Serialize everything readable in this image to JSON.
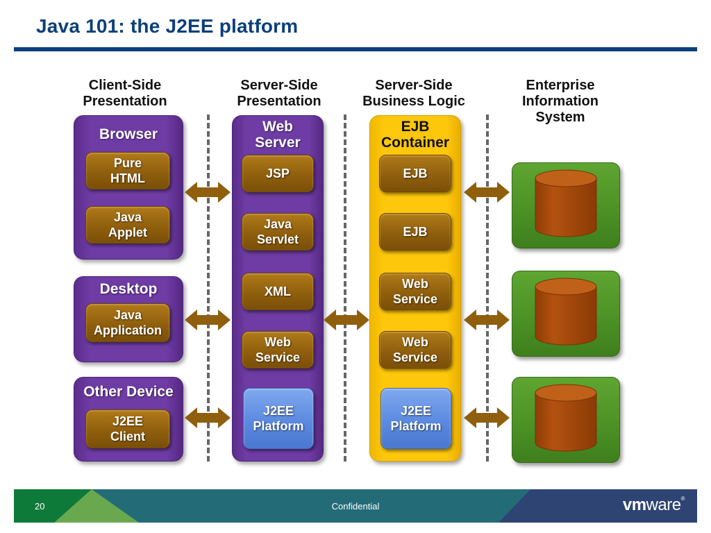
{
  "slide": {
    "title": "Java 101:  the J2EE platform",
    "page_number": "20",
    "footer_text": "Confidential",
    "logo": {
      "bold": "vm",
      "light": "ware",
      "mark": "®"
    }
  },
  "columns": [
    {
      "heading_line1": "Client-Side",
      "heading_line2": "Presentation"
    },
    {
      "heading_line1": "Server-Side",
      "heading_line2": "Presentation"
    },
    {
      "heading_line1": "Server-Side",
      "heading_line2": "Business Logic"
    },
    {
      "heading_line1": "Enterprise",
      "heading_line2": "Information",
      "heading_line3": "System"
    }
  ],
  "client": {
    "browser": {
      "title": "Browser",
      "items": [
        "Pure\nHTML",
        "Java\nApplet"
      ]
    },
    "desktop": {
      "title": "Desktop",
      "items": [
        "Java\nApplication"
      ]
    },
    "other": {
      "title": "Other Device",
      "items": [
        "J2EE\nClient"
      ]
    }
  },
  "web_server": {
    "title_line1": "Web",
    "title_line2": "Server",
    "items": [
      "JSP",
      "Java\nServlet",
      "XML",
      "Web\nService",
      "J2EE\nPlatform"
    ]
  },
  "ejb_container": {
    "title_line1": "EJB",
    "title_line2": "Container",
    "items": [
      "EJB",
      "EJB",
      "Web\nService",
      "Web\nService",
      "J2EE\nPlatform"
    ]
  },
  "eis": {
    "databases": 3
  },
  "colors": {
    "title_blue": "#0b3f7a",
    "purple": "#6e3ca4",
    "yellow": "#fdc70c",
    "component_brown": "#8f5f0d",
    "platform_blue": "#5c8ae0",
    "eis_green": "#4a9024",
    "database_orange": "#b3520f",
    "footer_green": "#0e7a3a",
    "footer_teal": "#246b78",
    "footer_navy": "#2e4473"
  }
}
